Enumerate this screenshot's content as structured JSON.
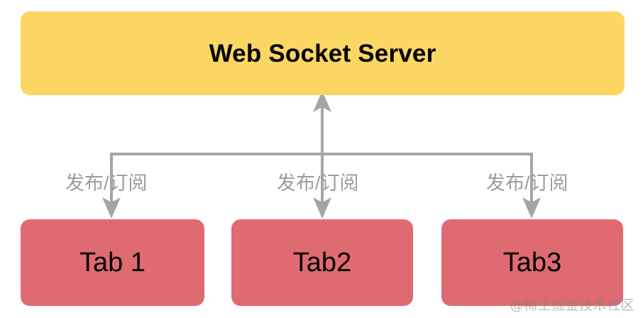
{
  "diagram": {
    "type": "flow-diagram",
    "title_node": {
      "id": "web-socket-server",
      "label": "Web Socket Server",
      "fill": "#FCD663",
      "text_color": "#000000"
    },
    "tabs": [
      {
        "id": "tab-1",
        "label": "Tab 1",
        "fill": "#E06A72",
        "text_color": "#000000"
      },
      {
        "id": "tab-2",
        "label": "Tab2",
        "fill": "#E06A72",
        "text_color": "#000000"
      },
      {
        "id": "tab-3",
        "label": "Tab3",
        "fill": "#E06A72",
        "text_color": "#000000"
      }
    ],
    "edges": [
      {
        "id": "edge-left",
        "label": "发布/订阅",
        "direction": "down",
        "color": "#A5A5A5"
      },
      {
        "id": "edge-center",
        "label": "发布/订阅",
        "direction": "down",
        "color": "#A5A5A5"
      },
      {
        "id": "edge-right",
        "label": "发布/订阅",
        "direction": "down",
        "color": "#A5A5A5"
      }
    ],
    "uplink": {
      "id": "edge-uplink",
      "direction": "up",
      "color": "#A5A5A5"
    },
    "connector_color": "#A5A5A5",
    "background": "#FFFFFF"
  },
  "watermark": {
    "text": "@稀土掘金技术社区"
  }
}
